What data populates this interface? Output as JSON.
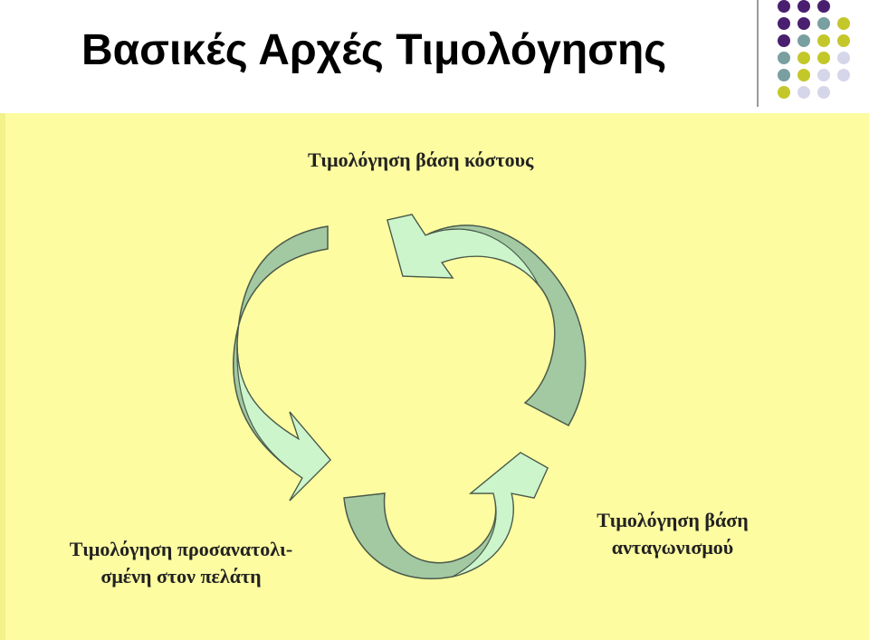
{
  "slide": {
    "title": "Βασικές Αρχές Τιμολόγησης"
  },
  "diagram": {
    "labels": {
      "cost_based": "Τιμολόγηση βάση κόστους",
      "competition_line1": "Τιμολόγηση βάση",
      "competition_line2": "ανταγωνισμού",
      "customer_line1": "Τιμολόγηση προσανατολι-",
      "customer_line2": "σμένη στον πελάτη"
    },
    "colors": {
      "panel_bg": "#fdfca0",
      "arrow_dark": "#a3c9a3",
      "arrow_light": "#ccf5cc",
      "arrow_stroke": "#4a5a4a"
    }
  },
  "decoration": {
    "dot_colors": [
      "#4b1f6f",
      "#7a9fa0",
      "#c4c72a",
      "#d6d6ea"
    ]
  }
}
